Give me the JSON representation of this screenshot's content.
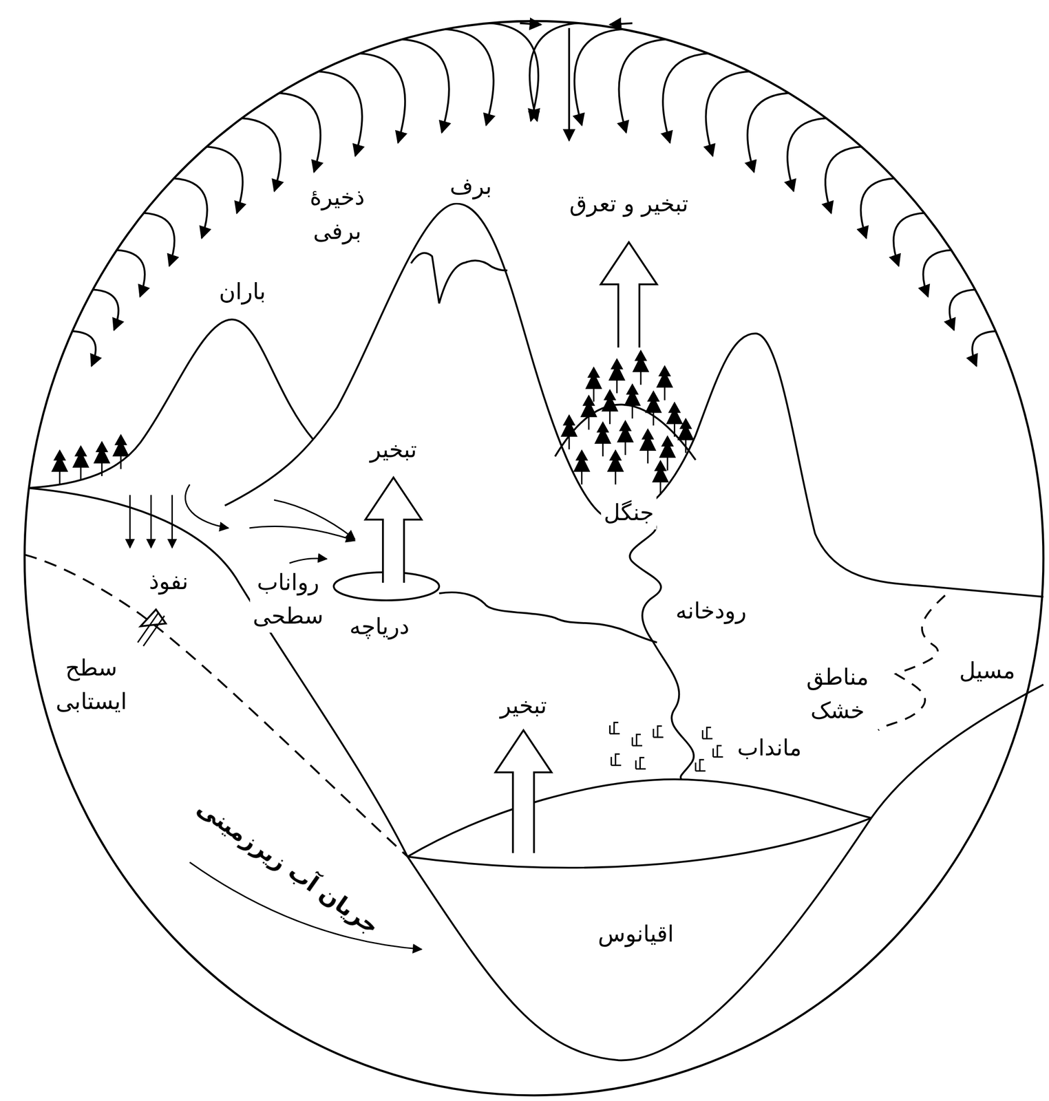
{
  "diagram": {
    "labels": [
      "ذخیرهٔ برفی",
      "برف",
      "تبخیر و تعرق",
      "باران",
      "تبخیر",
      "جنگل",
      "رواناب سطحی",
      "نفوذ",
      "دریاچه",
      "سطح ایستابی",
      "رودخانه",
      "مسیل",
      "مناطق خشک",
      "تبخیر",
      "مانداب",
      "جریان آب زیرزمینی",
      "اقیانوس"
    ]
  }
}
